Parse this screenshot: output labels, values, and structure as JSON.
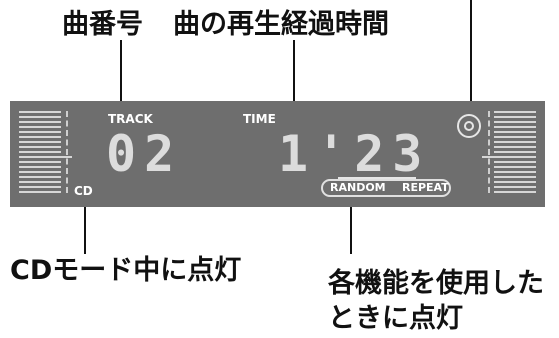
{
  "callouts": {
    "track_number": "曲番号",
    "elapsed_time": "曲の再生経過時間",
    "cd_mode": "CDモード中に点灯",
    "function_line1": "各機能を使用した",
    "function_line2": "ときに点灯"
  },
  "display": {
    "track_label": "TRACK",
    "time_label": "TIME",
    "track_value": "02",
    "time_value": "1'23",
    "cd_label": "CD",
    "random_label": "RANDOM",
    "repeat_label": "REPEAT"
  },
  "icons": {
    "sync": "sync-icon"
  }
}
